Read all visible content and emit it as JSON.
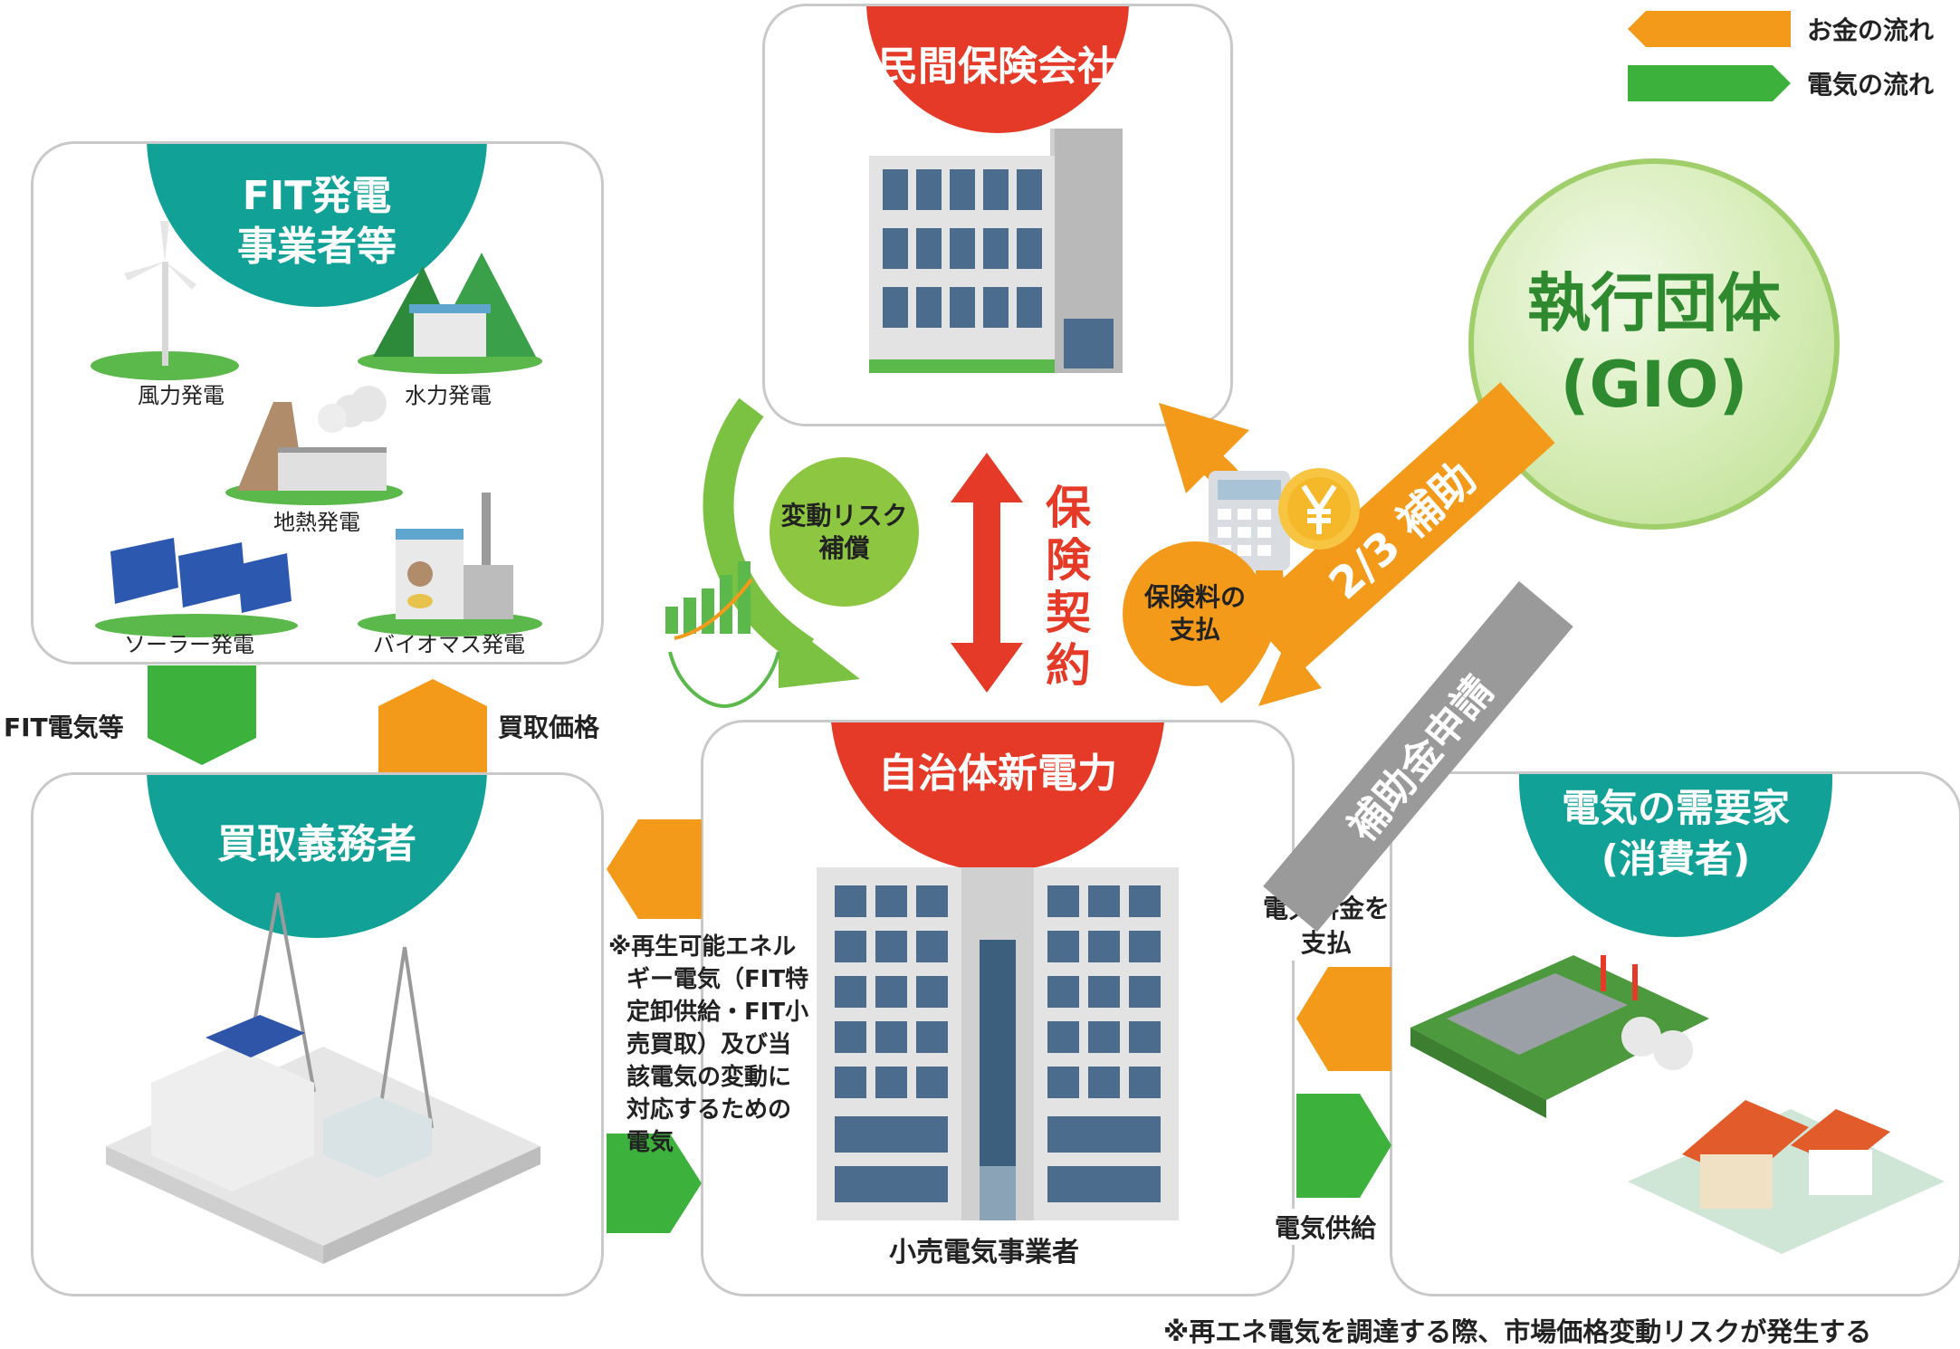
{
  "legend": {
    "money": "お金の流れ",
    "electricity": "電気の流れ"
  },
  "insurer": {
    "title": "民間保険会社"
  },
  "fit": {
    "title_line1": "FIT発電",
    "title_line2": "事業者等",
    "items": [
      "風力発電",
      "水力発電",
      "地熱発電",
      "ソーラー発電",
      "バイオマス発電"
    ]
  },
  "gio": {
    "line1": "執行団体",
    "line2": "(GIO)"
  },
  "buyer": {
    "title": "買取義務者"
  },
  "municipal": {
    "title": "自治体新電力",
    "caption": "小売電気事業者"
  },
  "consumer": {
    "line1": "電気の需要家",
    "line2": "(消費者)"
  },
  "flows": {
    "fit_power": "FIT電気等",
    "purchase_price": "買取価格",
    "risk_comp_line1": "変動リスク",
    "risk_comp_line2": "補償",
    "contract_chars": [
      "保",
      "険",
      "契",
      "約"
    ],
    "premium_line1": "保険料の",
    "premium_line2": "支払",
    "subsidy": "2/3 補助",
    "application": "補助金申請",
    "pay_bill_line1": "電気料金を",
    "pay_bill_line2": "支払",
    "supply": "電気供給",
    "renewable_note": [
      "※再生可能エネル",
      "ギー電気（FIT特",
      "定卸供給・FIT小",
      "売買取）及び当",
      "該電気の変動に",
      "対応するための",
      "電気"
    ]
  },
  "footnote": "※再エネ電気を調達する際、市場価格変動リスクが発生する",
  "colors": {
    "teal": "#12a196",
    "red": "#e53a28",
    "orange": "#f39a1b",
    "green": "#3cb13c",
    "gray": "#9a9a9a"
  }
}
